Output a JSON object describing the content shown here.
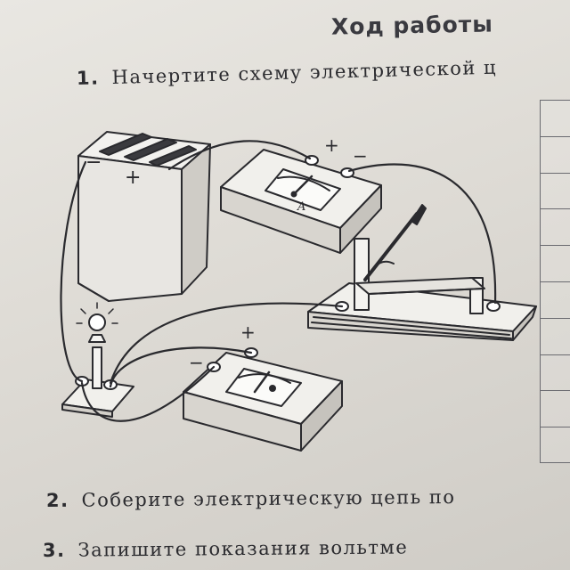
{
  "heading": "Ход работы",
  "steps": [
    {
      "num": "1.",
      "text": "Начертите схему электрической ц"
    },
    {
      "num": "2.",
      "text": "Соберите электрическую цепь по"
    },
    {
      "num": "3.",
      "text": "Запишите показания вольтме"
    }
  ],
  "figure_labels": {
    "battery_minus": "−",
    "battery_plus": "+",
    "ammeter_plus": "+",
    "ammeter_minus": "−",
    "ammeter_unit": "A",
    "voltmeter_plus": "+",
    "voltmeter_minus": "−"
  },
  "table_rows": 10
}
